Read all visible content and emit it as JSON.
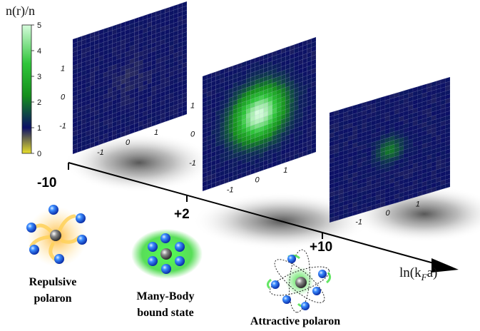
{
  "colorbar": {
    "title": "n(r)/n",
    "ticks": [
      "0",
      "1",
      "2",
      "3",
      "4",
      "5"
    ],
    "colors": [
      "#e9e02b",
      "#0c1066",
      "#158f1c",
      "#2fc63a",
      "#d6fcdc"
    ]
  },
  "panels": [
    {
      "name": "repulsive",
      "peak": 0.9,
      "tick_labels": {
        "y": [
          "1",
          "0",
          "-1"
        ],
        "x": [
          "-1",
          "0",
          "1"
        ]
      }
    },
    {
      "name": "many-body",
      "peak": 5.0,
      "tick_labels": {
        "y": [
          "1",
          "0",
          "-1"
        ],
        "x": [
          "-1",
          "0",
          "1"
        ]
      }
    },
    {
      "name": "attractive",
      "peak": 2.0,
      "tick_labels": {
        "y": [],
        "x": [
          "-1",
          "0",
          "1"
        ]
      }
    }
  ],
  "axis": {
    "label": "ln(k",
    "label_sub": "F",
    "label_end": "a)",
    "ticks": [
      "-10",
      "+2",
      "+10"
    ]
  },
  "illustrations": {
    "repulsive": [
      "Repulsive",
      "polaron"
    ],
    "bound": [
      "Many-Body",
      "bound state"
    ],
    "attractive": [
      "Attractive polaron"
    ]
  },
  "colors": {
    "panel_base": "#11216e",
    "particle_blue": "#1f5fe6",
    "impurity_gray": "#6f6f6f",
    "glow_green": "#3ee03e",
    "glow_orange": "#ffc040"
  }
}
